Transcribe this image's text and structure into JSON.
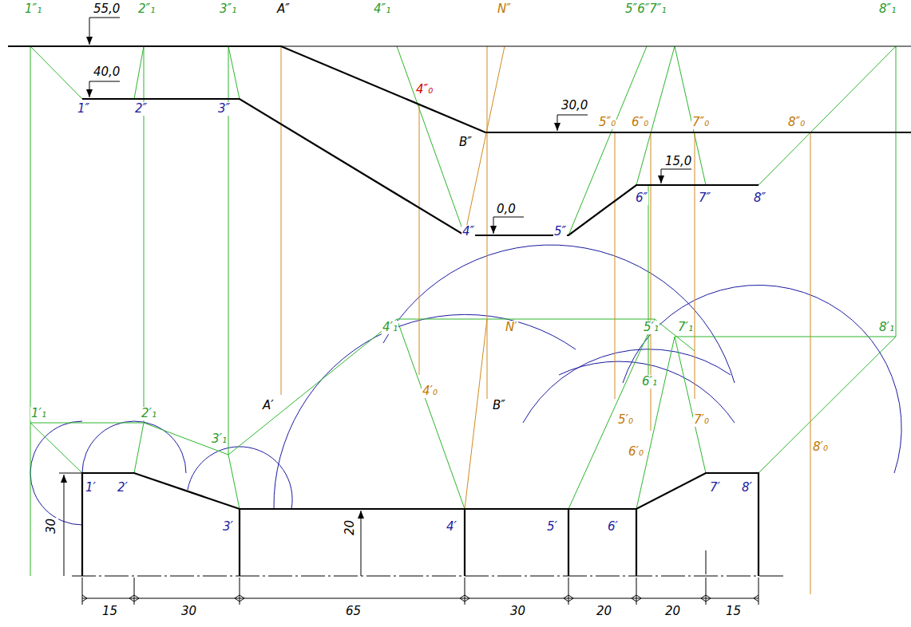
{
  "diagram": {
    "labels": [
      "1″₁",
      "55,0",
      "2″₁",
      "3″₁",
      "A″",
      "4″₁",
      "N″",
      "5″6″7″₁",
      "8″₁",
      "40,0",
      "1″",
      "2″",
      "3″",
      "4″₀",
      "30,0",
      "B″",
      "5″₀",
      "6″₀",
      "7″₀",
      "8″₀",
      "15,0",
      "6″",
      "7″",
      "8″",
      "4″",
      "0,0",
      "5″",
      "4′₁",
      "N′",
      "5′₁",
      "7′₁",
      "8′₁",
      "4′₀",
      "A′",
      "B″",
      "6′₁",
      "5′₀",
      "6′₀",
      "7′₀",
      "8′₀",
      "1′₁",
      "2′₁",
      "3′₁",
      "1′",
      "2′",
      "3′",
      "4′",
      "5′",
      "6′",
      "7′",
      "8′",
      "30",
      "20",
      "15",
      "30",
      "65",
      "30",
      "20",
      "20",
      "15"
    ]
  }
}
